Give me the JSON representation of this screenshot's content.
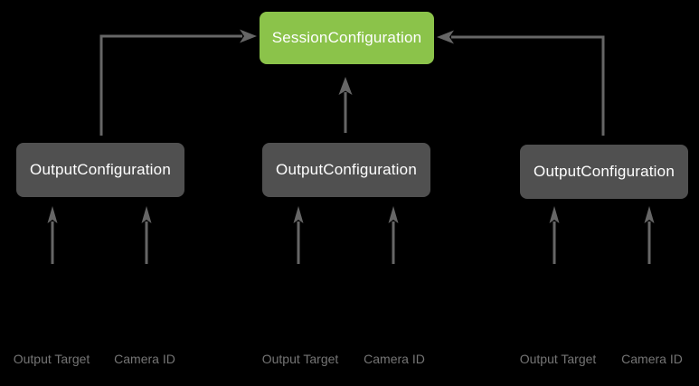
{
  "diagram": {
    "title_box": {
      "label": "SessionConfiguration"
    },
    "columns": [
      {
        "box_label": "OutputConfiguration",
        "inputs": [
          "Output Target",
          "Camera ID"
        ]
      },
      {
        "box_label": "OutputConfiguration",
        "inputs": [
          "Output Target",
          "Camera ID"
        ]
      },
      {
        "box_label": "OutputConfiguration",
        "inputs": [
          "Output Target",
          "Camera ID"
        ]
      }
    ],
    "colors": {
      "session_box_fill": "#8BC34A",
      "output_box_fill": "#505050",
      "box_text": "#FFFFFF",
      "arrow": "#666666",
      "input_label_text": "#757575",
      "background": "#000000"
    }
  }
}
